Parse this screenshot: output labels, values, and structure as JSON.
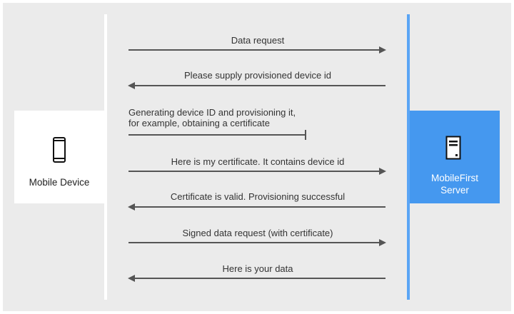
{
  "participants": {
    "device": {
      "label": "Mobile Device",
      "icon": "mobile-phone-icon"
    },
    "server": {
      "label_line1": "MobileFirst",
      "label_line2": "Server",
      "icon": "server-icon"
    }
  },
  "colors": {
    "background": "#ebebeb",
    "server_fill": "#4598ef",
    "server_lifeline": "#5aa5f5",
    "arrow": "#555555"
  },
  "messages": [
    {
      "text": "Data request",
      "direction": "to-server"
    },
    {
      "text": "Please supply provisioned device id",
      "direction": "to-device"
    },
    {
      "text_line1": "Generating device ID and provisioning it,",
      "text_line2": "for example, obtaining a certificate",
      "direction": "self"
    },
    {
      "text": "Here is my certificate. It contains device id",
      "direction": "to-server"
    },
    {
      "text": "Certificate is valid. Provisioning successful",
      "direction": "to-device"
    },
    {
      "text": "Signed data request (with certificate)",
      "direction": "to-server"
    },
    {
      "text": "Here is your data",
      "direction": "to-device"
    }
  ]
}
